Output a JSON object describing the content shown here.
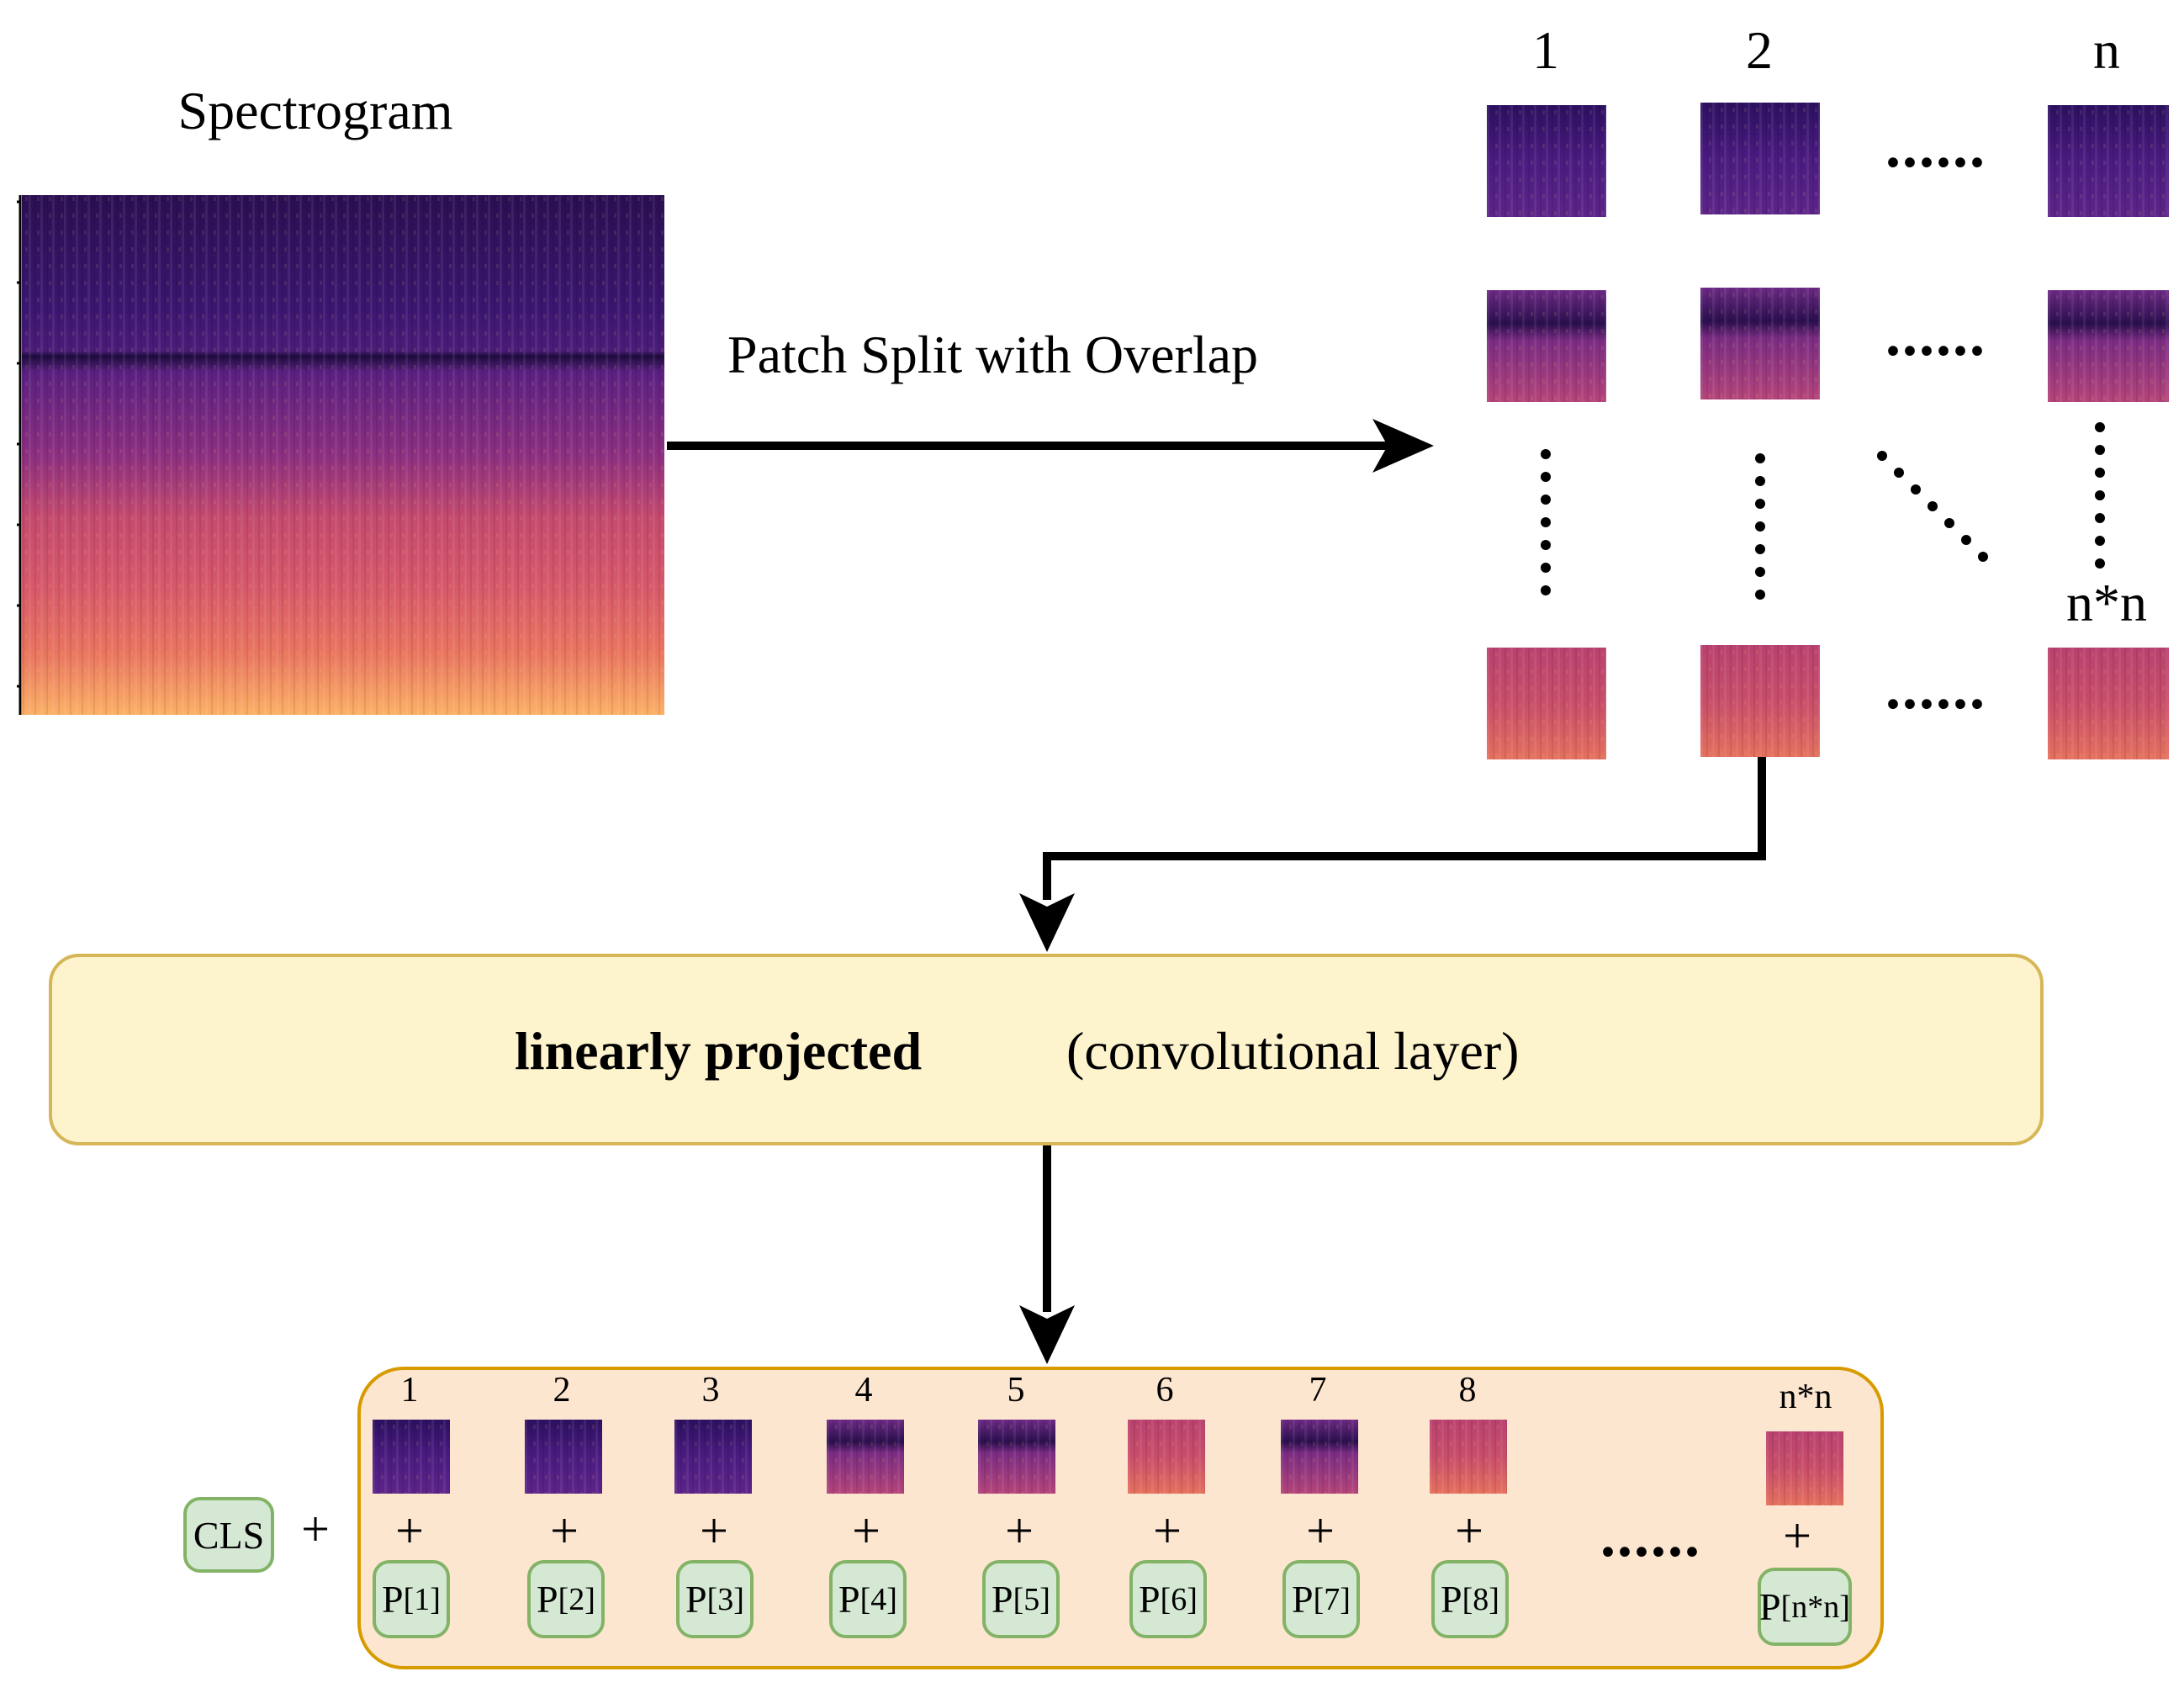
{
  "spectrogram": {
    "title": "Spectrogram"
  },
  "arrow_label": "Patch Split with Overlap",
  "grid": {
    "col_labels": [
      "1",
      "2",
      "n"
    ],
    "last_label": "n*n",
    "dots": "......"
  },
  "projection": {
    "bold": "linearly projected",
    "paren": "(convolutional layer)"
  },
  "sequence": {
    "cls": "CLS",
    "plus": "+",
    "dots": "......",
    "indices": [
      "1",
      "2",
      "3",
      "4",
      "5",
      "6",
      "7",
      "8",
      "n*n"
    ],
    "pos_prefix": "P",
    "pos_subs": [
      "[1]",
      "[2]",
      "[3]",
      "[4]",
      "[5]",
      "[6]",
      "[7]",
      "[8]",
      "[n*n]"
    ]
  },
  "colors": {
    "proj_fill": "#fdf3cd",
    "proj_border": "#d6b656",
    "seq_fill": "#fde6d0",
    "seq_border": "#d79b00",
    "token_fill": "#d5e8d4",
    "token_border": "#82b366",
    "spec_dark": "#1c0b3a",
    "spec_mid": "#7a2c7d",
    "spec_bright": "#f9a75b"
  }
}
